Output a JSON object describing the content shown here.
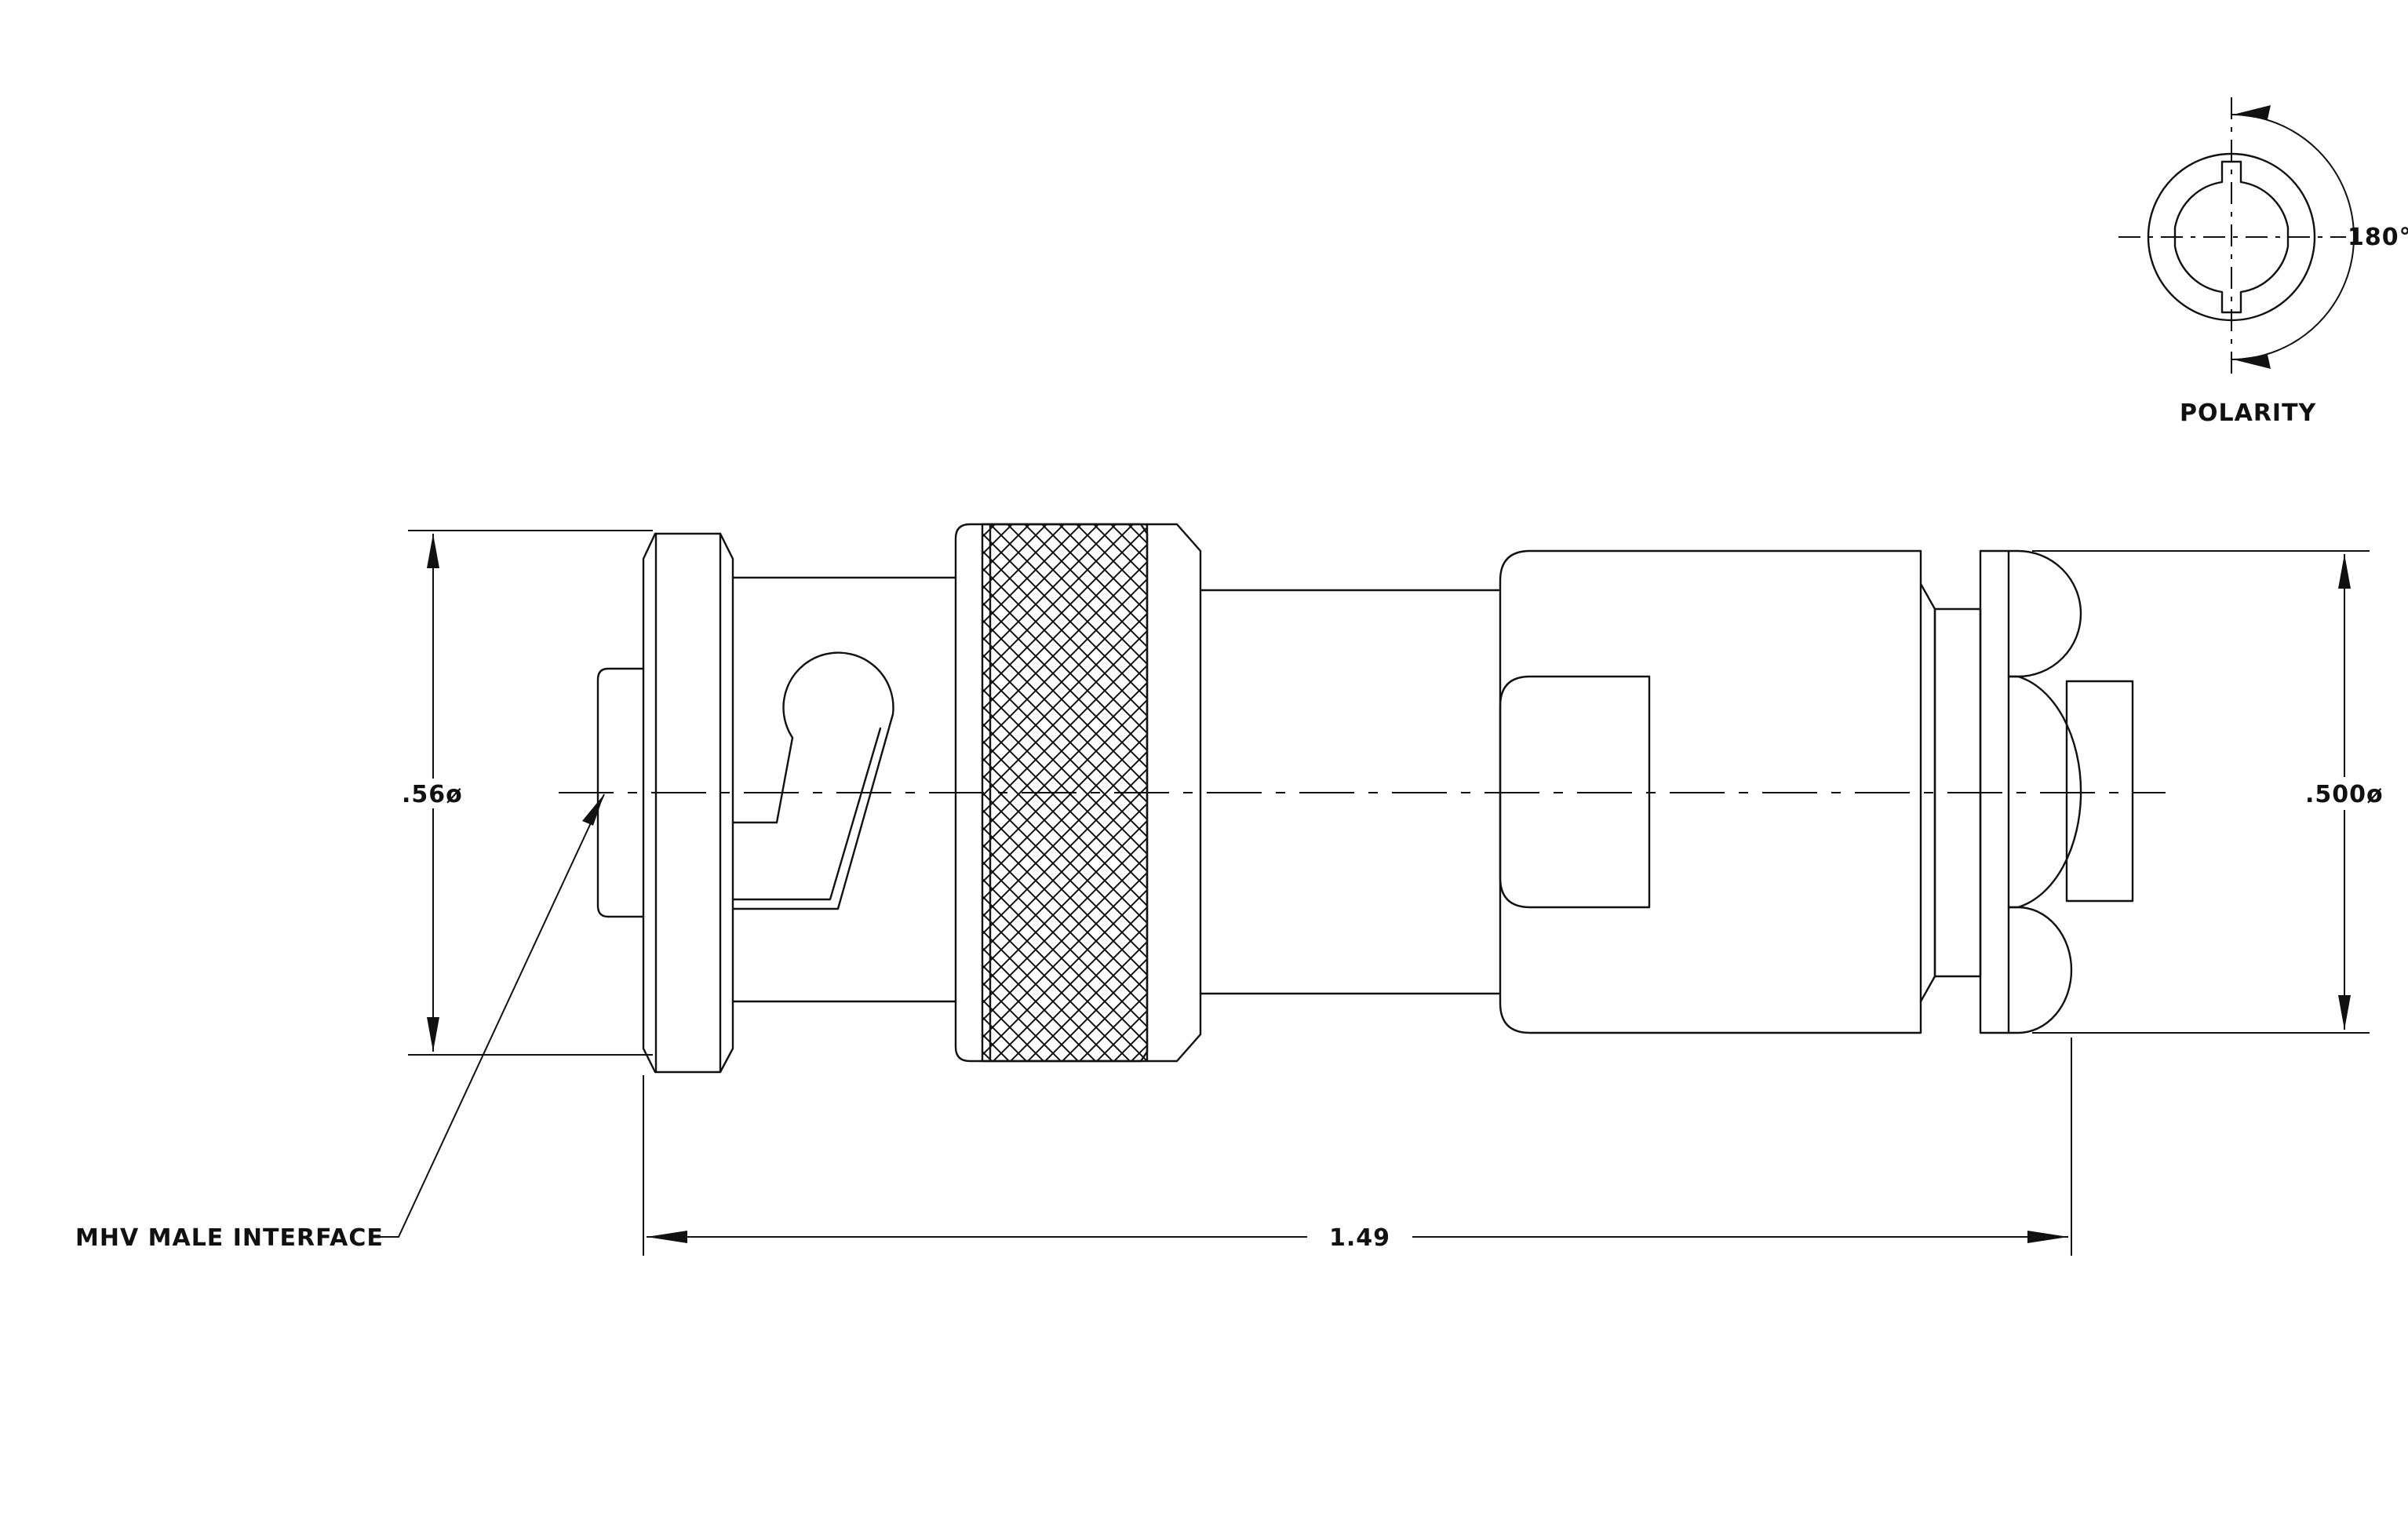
{
  "labels": {
    "dim_flange_dia": ".56ø",
    "dim_nut_dia": ".500ø",
    "dim_length": "1.49",
    "interface_note": "MHV MALE INTERFACE",
    "polarity_angle": "180°",
    "polarity_title": "POLARITY"
  },
  "colors": {
    "line": "#111111",
    "background": "#ffffff"
  }
}
